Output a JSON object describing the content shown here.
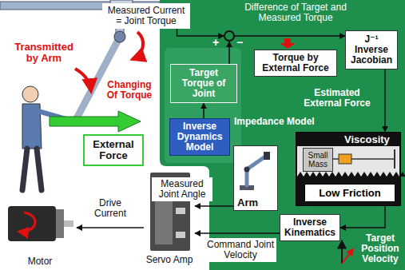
{
  "diagram": {
    "nodes": [
      {
        "text": [
          "Measured Current = Joint Torque"
        ]
      },
      {
        "text": [
          "+",
          "−"
        ]
      },
      {
        "text": [
          "Torque by External Force"
        ]
      },
      {
        "text": [
          "J⁻¹ Inverse Jacobian"
        ]
      },
      {
        "text": [
          "Target Torque of Joint"
        ]
      },
      {
        "text": [
          "External Force"
        ]
      },
      {
        "text": [
          "Inverse Dynamics Model"
        ]
      },
      {
        "text": [
          "Impedance Model",
          "Viscosity"
        ]
      },
      {
        "text": [
          "Small Mass"
        ],
        "in": 7
      },
      {
        "text": [
          "Low Friction"
        ],
        "in": 7
      },
      {
        "text": [
          "Arm"
        ]
      },
      {
        "text": [
          "Servo Amp"
        ]
      },
      {
        "text": [
          "Motor"
        ]
      },
      {
        "text": [
          "Inverse Kinematics"
        ]
      }
    ],
    "edges": [
      {
        "from": 0,
        "to": 1,
        "arrow": "to"
      },
      {
        "from": 4,
        "to": 1,
        "arrow": "to"
      },
      {
        "from": 6,
        "to": 4,
        "arrow": "to"
      },
      {
        "from": 1,
        "to": 3,
        "arrow": "to"
      },
      {
        "from": 3,
        "to": 7,
        "arrow": "to"
      },
      {
        "from": 7,
        "to": 13,
        "arrow": "to"
      },
      {
        "from": 13,
        "to": 11,
        "arrow": "to"
      },
      {
        "from": 10,
        "to": 11,
        "arrow": "to"
      },
      {
        "from": 11,
        "to": 12,
        "arrow": "to"
      }
    ],
    "labels": [
      "Transmitted by Arm",
      "Changing Of Torque",
      "Difference of Target and Measured Torque",
      "Estimated External Force",
      "Target Position Velocity",
      "Measured Joint Angle",
      "Command Joint Velocity",
      "Drive Current"
    ]
  }
}
